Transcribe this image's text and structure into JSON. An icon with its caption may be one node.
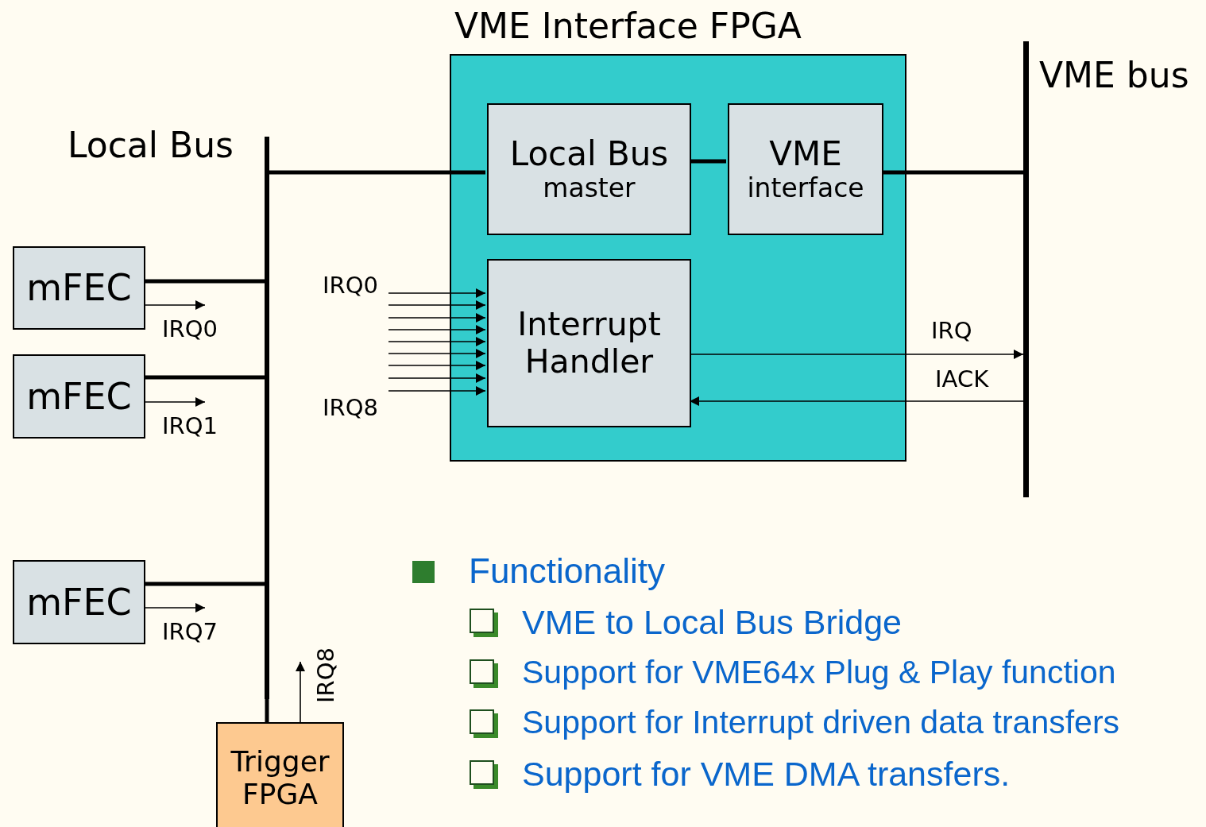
{
  "diagram": {
    "nodes": [
      {
        "text": [
          "Local Bus"
        ]
      },
      {
        "text": [
          "VME Interface FPGA"
        ]
      },
      {
        "text": [
          "Local Bus",
          "master"
        ],
        "in": 1
      },
      {
        "text": [
          "VME",
          "interface"
        ],
        "in": 1
      },
      {
        "text": [
          "Interrupt Handler"
        ],
        "in": 1
      },
      {
        "text": [
          "VME bus"
        ]
      },
      {
        "text": [
          "mFEC"
        ]
      },
      {
        "text": [
          "mFEC"
        ]
      },
      {
        "text": [
          "mFEC"
        ]
      },
      {
        "text": [
          "Trigger FPGA"
        ]
      }
    ],
    "edges": [
      {
        "from": 0,
        "to": 2,
        "arrow": "none",
        "style": "thick"
      },
      {
        "from": 2,
        "to": 3,
        "arrow": "none",
        "style": "thick"
      },
      {
        "from": 3,
        "to": 5,
        "arrow": "none",
        "style": "thick"
      },
      {
        "from": 6,
        "to": 0,
        "arrow": "none",
        "style": "thick"
      },
      {
        "from": 7,
        "to": 0,
        "arrow": "none",
        "style": "thick"
      },
      {
        "from": 8,
        "to": 0,
        "arrow": "none",
        "style": "thick"
      },
      {
        "from": 9,
        "to": 0,
        "arrow": "none",
        "style": "thick"
      },
      {
        "from": 4,
        "to": 5,
        "arrow": "to",
        "label": "IRQ"
      },
      {
        "from": 5,
        "to": 4,
        "arrow": "to",
        "label": "IACK"
      },
      {
        "from": 6,
        "to": null,
        "arrow": "to",
        "label": "IRQ0"
      },
      {
        "from": 7,
        "to": null,
        "arrow": "to",
        "label": "IRQ1"
      },
      {
        "from": 8,
        "to": null,
        "arrow": "to",
        "label": "IRQ7"
      },
      {
        "from": 9,
        "to": null,
        "arrow": "to",
        "label": "IRQ8"
      },
      {
        "from": null,
        "to": 4,
        "arrow": "to",
        "label": "IRQ0"
      },
      {
        "from": null,
        "to": 4,
        "arrow": "to"
      },
      {
        "from": null,
        "to": 4,
        "arrow": "to"
      },
      {
        "from": null,
        "to": 4,
        "arrow": "to"
      },
      {
        "from": null,
        "to": 4,
        "arrow": "to"
      },
      {
        "from": null,
        "to": 4,
        "arrow": "to"
      },
      {
        "from": null,
        "to": 4,
        "arrow": "to"
      },
      {
        "from": null,
        "to": 4,
        "arrow": "to"
      },
      {
        "from": null,
        "to": 4,
        "arrow": "to",
        "label": "IRQ8"
      }
    ],
    "labels": [
      "Functionality",
      "VME to Local Bus Bridge",
      "Support for VME64x Plug & Play function",
      "Support for Interrupt driven data transfers",
      "Support for VME DMA transfers."
    ]
  }
}
